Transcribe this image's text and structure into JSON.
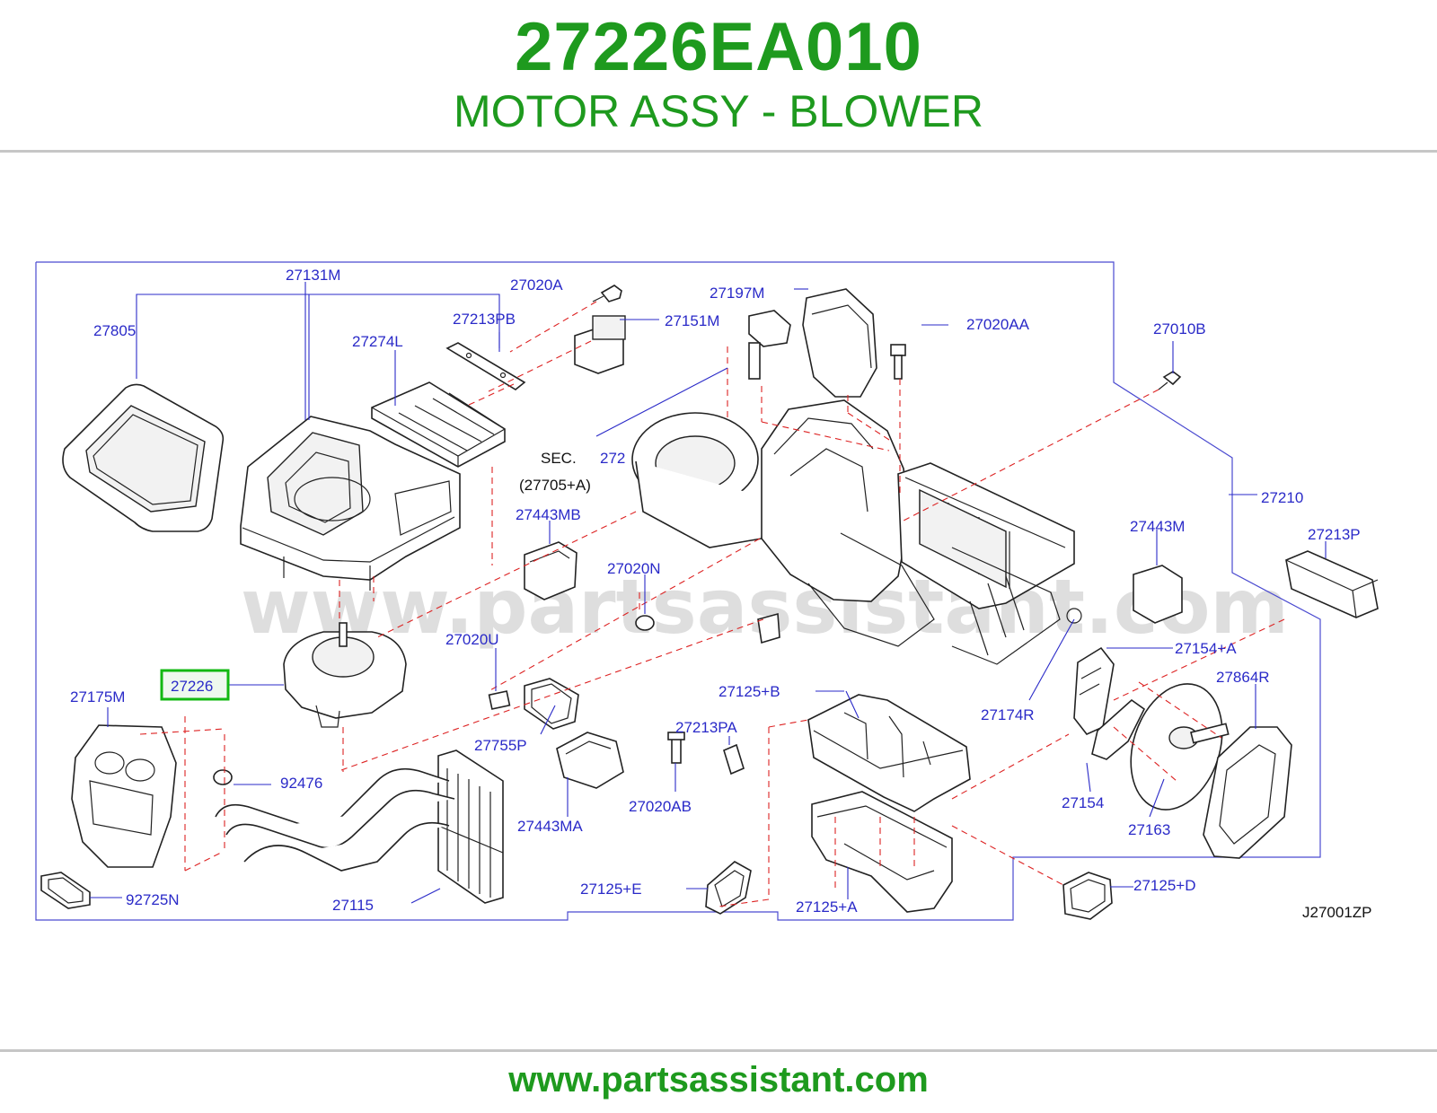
{
  "header": {
    "part_number": "27226EA010",
    "description": "MOTOR ASSY - BLOWER"
  },
  "diagram": {
    "watermark": "www.partsassistant.com",
    "figure_code": "J27001ZP",
    "highlighted_part": "27226",
    "sec_label": "SEC.",
    "sec_number": "272",
    "sec_ref": "(27705+A)",
    "callouts": {
      "c27131M": "27131M",
      "c27805": "27805",
      "c27274L": "27274L",
      "c27020A": "27020A",
      "c27213PB": "27213PB",
      "c27151M": "27151M",
      "c27197M": "27197M",
      "c27020AA": "27020AA",
      "c27010B": "27010B",
      "c27210": "27210",
      "c27443MB": "27443MB",
      "c27020N": "27020N",
      "c27443M": "27443M",
      "c27213P": "27213P",
      "c27020U": "27020U",
      "c27154A": "27154+A",
      "c27864R": "27864R",
      "c27226": "27226",
      "c27175M": "27175M",
      "c27125B": "27125+B",
      "c27213PA": "27213PA",
      "c27174R": "27174R",
      "c27755P": "27755P",
      "c92476": "92476",
      "c27020AB": "27020AB",
      "c27154": "27154",
      "c27163": "27163",
      "c27443MA": "27443MA",
      "c27125E": "27125+E",
      "c27125D": "27125+D",
      "c92725N": "92725N",
      "c27115": "27115",
      "c27125A": "27125+A"
    }
  },
  "footer": {
    "url": "www.partsassistant.com"
  },
  "colors": {
    "brand_green": "#1e9a1e",
    "callout_blue": "#2a2ac8",
    "dash_red": "#dd2222",
    "highlight_green": "#12b812"
  }
}
